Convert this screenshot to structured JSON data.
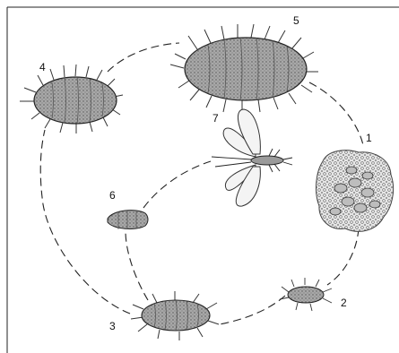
{
  "stages": [
    {
      "id": "egg_mass",
      "label": "1"
    },
    {
      "id": "first_instar_crawler",
      "label": "2"
    },
    {
      "id": "second_instar_nymph",
      "label": "3"
    },
    {
      "id": "third_instar_nymph",
      "label": "4"
    },
    {
      "id": "adult_female",
      "label": "5"
    },
    {
      "id": "male_pupa",
      "label": "6"
    },
    {
      "id": "winged_adult_male",
      "label": "7"
    }
  ],
  "colors": {
    "ink": "#111111",
    "body_fill": "#9a9a9a",
    "egg_fill": "#cfcfcf",
    "wing_fill": "#f4f4f4"
  }
}
